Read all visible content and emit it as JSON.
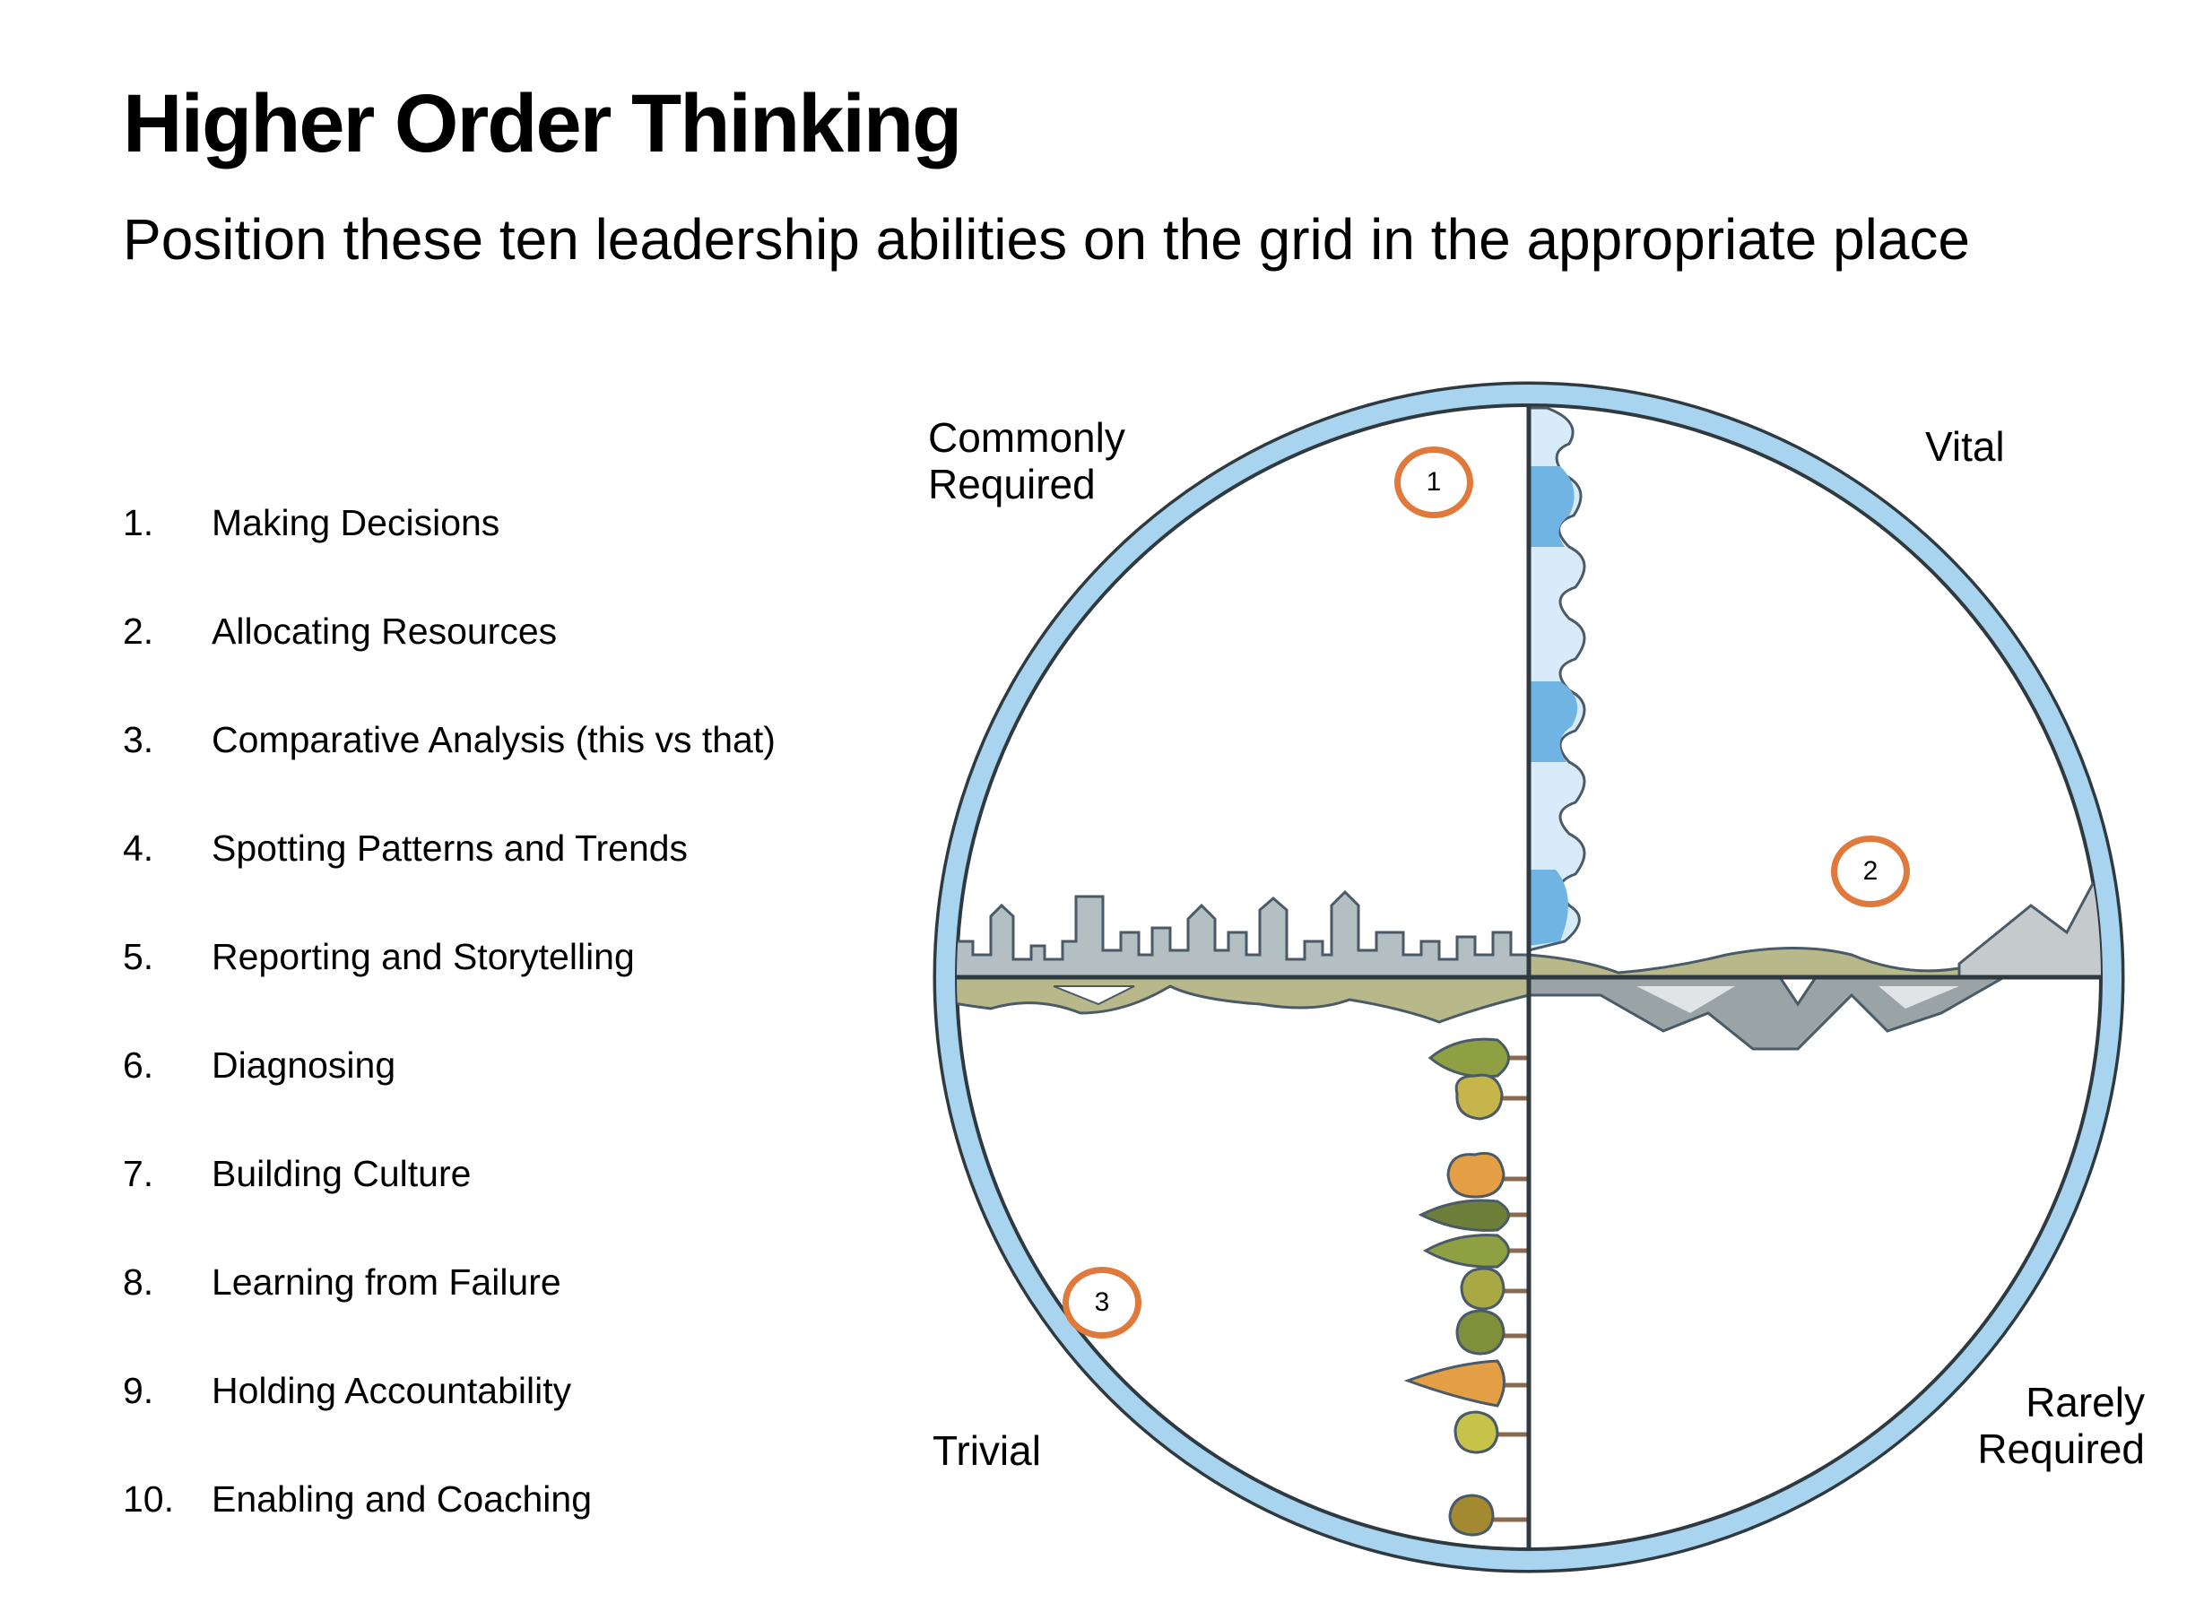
{
  "header": {
    "title": "Higher Order Thinking",
    "subtitle": "Position these ten leadership abilities on the grid in the appropriate place"
  },
  "abilities": [
    {
      "num": "1.",
      "label": "Making Decisions"
    },
    {
      "num": "2.",
      "label": "Allocating Resources"
    },
    {
      "num": "3.",
      "label": "Comparative Analysis (this vs that)"
    },
    {
      "num": "4.",
      "label": "Spotting Patterns and Trends"
    },
    {
      "num": "5.",
      "label": "Reporting and Storytelling"
    },
    {
      "num": "6.",
      "label": "Diagnosing"
    },
    {
      "num": "7.",
      "label": "Building Culture"
    },
    {
      "num": "8.",
      "label": "Learning from Failure"
    },
    {
      "num": "9.",
      "label": "Holding Accountability"
    },
    {
      "num": "10.",
      "label": "Enabling and Coaching"
    }
  ],
  "grid": {
    "labels": {
      "top_left_line1": "Commonly",
      "top_left_line2": "Required",
      "top_right": "Vital",
      "bottom_left": "Trivial",
      "bottom_right_line1": "Rarely",
      "bottom_right_line2": "Required"
    },
    "markers": [
      "1",
      "2",
      "3"
    ],
    "colors": {
      "ring": "#a8d4ef",
      "marker": "#e07a3c",
      "city": "#b3bfc2",
      "ground": "#b7b98a",
      "mountain": "#c5cbcd",
      "water": "#6fb4e3"
    }
  }
}
